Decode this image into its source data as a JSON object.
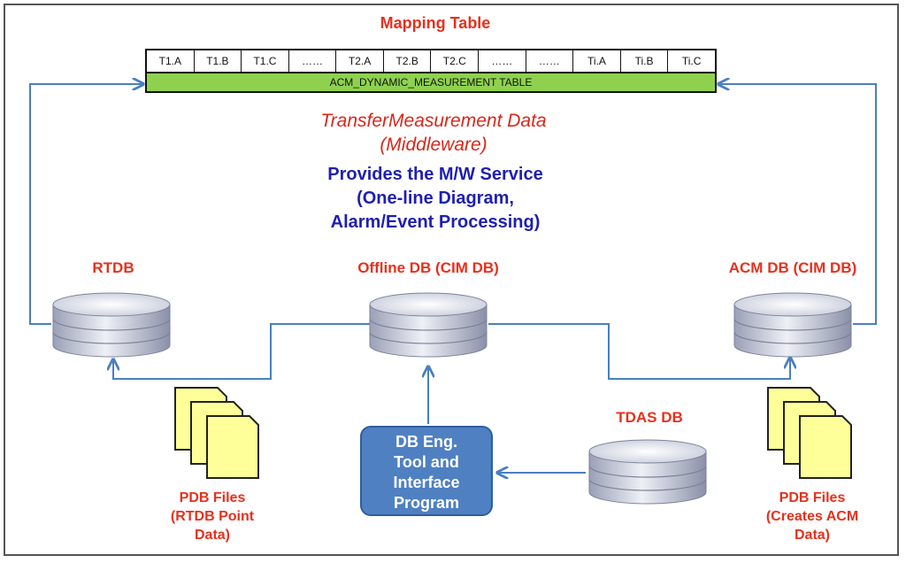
{
  "mapping_table": {
    "title": "Mapping Table",
    "cells": [
      "T1.A",
      "T1.B",
      "T1.C",
      "……",
      "T2.A",
      "T2.B",
      "T2.C",
      "……",
      "……",
      "Ti.A",
      "Ti.B",
      "Ti.C"
    ],
    "bar_label": "ACM_DYNAMIC_MEASUREMENT TABLE"
  },
  "transfer": {
    "line1": "TransferMeasurement Data",
    "line2": "(Middleware)"
  },
  "provides": {
    "line1": "Provides the M/W Service",
    "line2": "(One-line Diagram,",
    "line3": "Alarm/Event Processing)"
  },
  "databases": {
    "rtdb": "RTDB",
    "offline": "Offline DB (CIM DB)",
    "acm": "ACM DB (CIM DB)",
    "tdas": "TDAS DB"
  },
  "tool": {
    "line1": "DB Eng.",
    "line2": "Tool and",
    "line3": "Interface",
    "line4": "Program"
  },
  "pdb_left": {
    "line1": "PDB Files",
    "line2": "(RTDB Point",
    "line3": "Data)"
  },
  "pdb_right": {
    "line1": "PDB Files",
    "line2": "(Creates ACM",
    "line3": "Data)"
  },
  "colors": {
    "label_red": "#e8301c",
    "label_blue": "#1f1fb0",
    "table_green": "#8fd14f",
    "connector_blue": "#4a7fc0",
    "tool_box": "#4f80c2",
    "document_yellow": "#ffff99"
  }
}
